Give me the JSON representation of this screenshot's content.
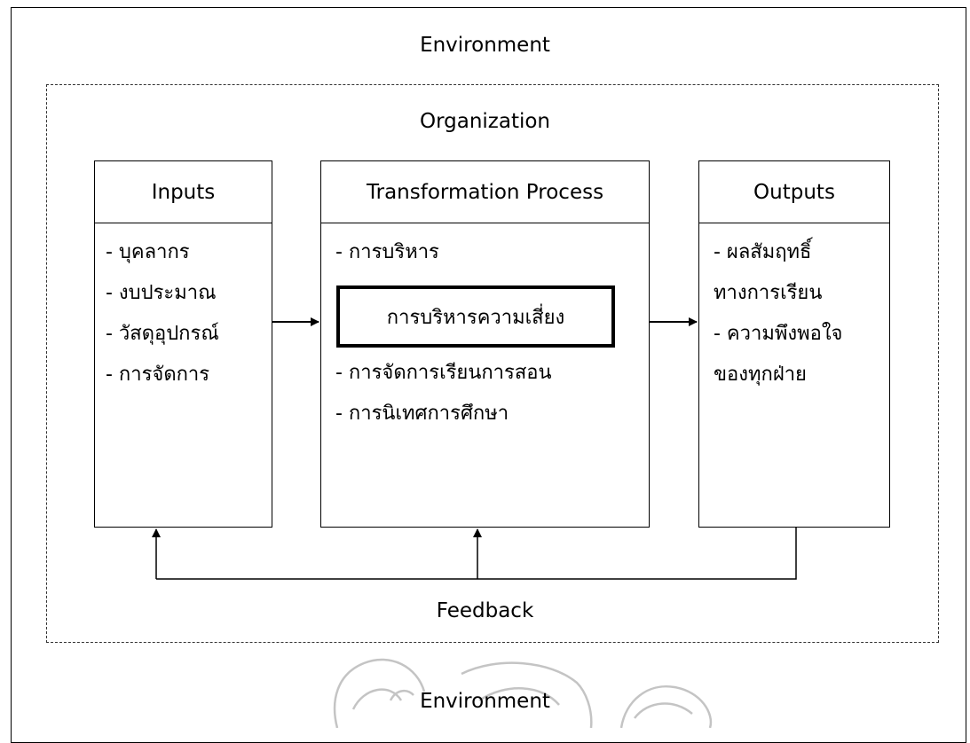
{
  "environment_top": "Environment",
  "environment_bottom": "Environment",
  "organization": "Organization",
  "feedback": "Feedback",
  "inputs": {
    "title": "Inputs",
    "items": [
      "- บุคลากร",
      "- งบประมาณ",
      "- วัสดุอุปกรณ์",
      "- การจัดการ"
    ]
  },
  "process": {
    "title": "Transformation Process",
    "item_top": "- การบริหาร",
    "highlight": "การบริหารความเสี่ยง",
    "items_bottom": [
      "- การจัดการเรียนการสอน",
      "- การนิเทศการศึกษา"
    ]
  },
  "outputs": {
    "title": "Outputs",
    "items": [
      "- ผลสัมฤทธิ์",
      "ทางการเรียน",
      "- ความพึงพอใจ",
      "ของทุกฝ่าย"
    ]
  }
}
